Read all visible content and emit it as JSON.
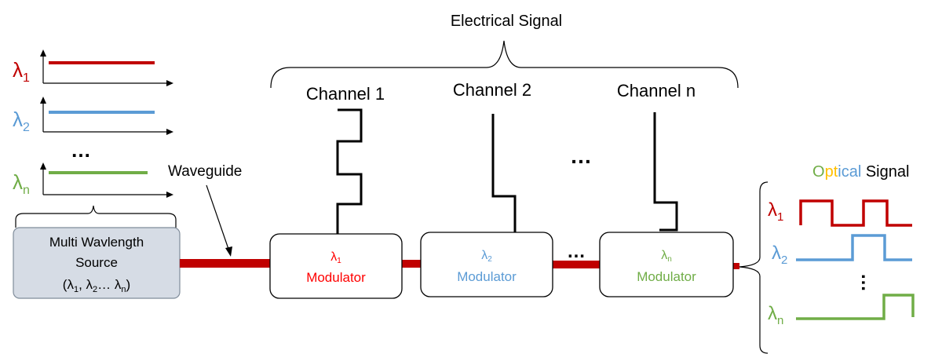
{
  "title": "Electrical Signal",
  "colors": {
    "red": "#c00000",
    "blue": "#5b9bd5",
    "green": "#70ad47",
    "dark": "#000000",
    "source_fill": "#d6dce5",
    "modulator_red_text": "#ff0000",
    "optical_yellow": "#ffc000"
  },
  "source_inputs": {
    "labels": [
      {
        "sym": "λ",
        "sub": "1"
      },
      {
        "sym": "λ",
        "sub": "2"
      },
      {
        "sym": "λ",
        "sub": "n"
      }
    ],
    "ellipsis": "…"
  },
  "source_box": {
    "line1": "Multi Wavlength",
    "line2": "Source",
    "line3": {
      "open": "(λ",
      "s1": "1",
      "mid1": ", λ",
      "s2": "2",
      "mid2": "… λ",
      "s3": "n",
      "close": ")"
    }
  },
  "waveguide_label": "Waveguide",
  "channels": [
    {
      "label": "Channel 1",
      "mod_sym": "λ",
      "mod_sub": "1",
      "mod_label": "Modulator"
    },
    {
      "label": "Channel 2",
      "mod_sym": "λ",
      "mod_sub": "2",
      "mod_label": "Modulator"
    },
    {
      "label": "Channel n",
      "mod_sym": "λ",
      "mod_sub": "n",
      "mod_label": "Modulator"
    }
  ],
  "ellipsis_channels": "…",
  "ellipsis_mods": "…",
  "optical": {
    "title_parts": [
      "O",
      "p",
      "t",
      "i",
      "c",
      "a",
      "l"
    ],
    "title_rest": " Signal",
    "labels": [
      {
        "sym": "λ",
        "sub": "1"
      },
      {
        "sym": "λ",
        "sub": "2"
      },
      {
        "sym": "λ",
        "sub": "n"
      }
    ],
    "ellipsis": "…"
  }
}
